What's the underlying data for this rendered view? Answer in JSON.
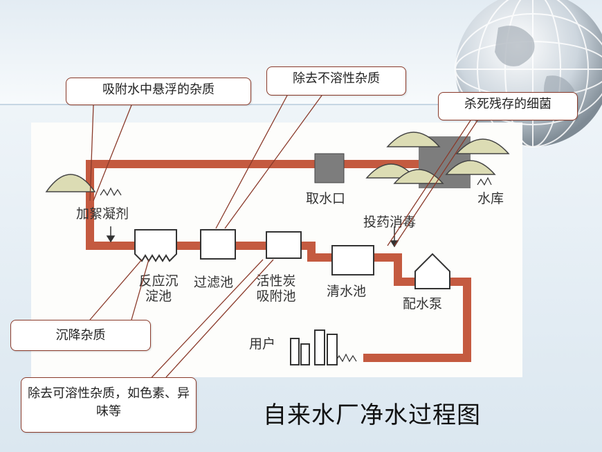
{
  "title": "自来水厂净水过程图",
  "diagram_labels": {
    "intake": "取水口",
    "reservoir": "水库",
    "coagulant": "加絮凝剂",
    "disinfect": "投药消毒",
    "reaction_tank": "反应沉淀池",
    "filter_tank": "过滤池",
    "carbon_tank": "活性炭吸附池",
    "clear_tank": "清水池",
    "pump": "配水泵",
    "users": "用户"
  },
  "callouts": {
    "adsorb_suspended": "吸附水中悬浮的杂质",
    "remove_insoluble": "除去不溶性杂质",
    "kill_bacteria": "杀死残存的细菌",
    "settle": "沉降杂质",
    "remove_soluble": "除去可溶性杂质，如色素、异味等"
  },
  "colors": {
    "pipe": "#c45a40",
    "callout_border": "#8a3a2a",
    "tree": "#dcdcb4"
  }
}
